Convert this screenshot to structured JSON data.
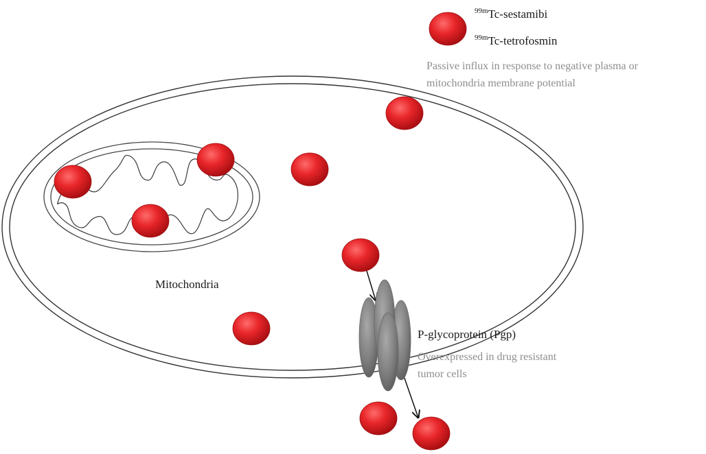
{
  "legend": {
    "items": [
      {
        "sup": "99m",
        "text": "Tc-sestamibi"
      },
      {
        "sup": "99m",
        "text": "Tc-tetrofosmin"
      }
    ],
    "note_lines": [
      "Passive influx in response to negative plasma or",
      "mitochondria membrane potential"
    ]
  },
  "labels": {
    "mitochondria": "Mitochondria",
    "pgp_title": "P-glycoprotein (Pgp)",
    "pgp_note_lines": [
      "Overexpressed in drug resistant",
      "tumor cells"
    ]
  },
  "colors": {
    "tracer": "#e8262a",
    "tracer_dark": "#a40d10",
    "membrane": "#333333",
    "pgp": "#7d7d7d",
    "note_text": "#8e8e8e"
  },
  "icons": {
    "tracer": "red-ellipse-molecule",
    "pgp": "grey-ellipsoid-cluster"
  }
}
